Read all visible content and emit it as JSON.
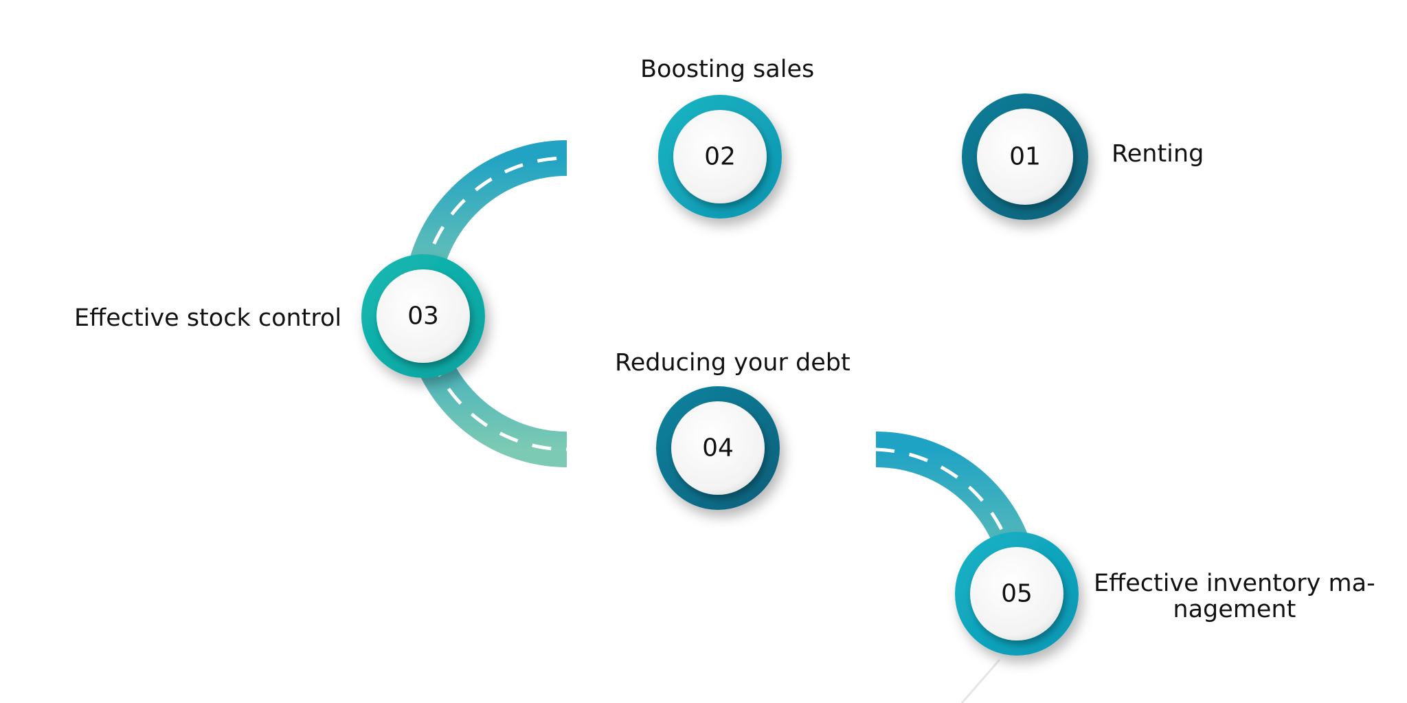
{
  "steps": [
    {
      "number": "01",
      "label": "Renting",
      "ring_colors": [
        "#0b7f9a",
        "#0a5f78"
      ]
    },
    {
      "number": "02",
      "label": "Boosting sales",
      "ring_colors": [
        "#17b5c3",
        "#0e94b0"
      ]
    },
    {
      "number": "03",
      "label": "Effective stock control",
      "ring_colors": [
        "#15b9b2",
        "#0aa29f"
      ]
    },
    {
      "number": "04",
      "label": "Reducing your debt",
      "ring_colors": [
        "#0c84a0",
        "#0a5e79"
      ]
    },
    {
      "number": "05",
      "label": "Effective inventory ma-\nnagement",
      "ring_colors": [
        "#16b3c6",
        "#0b96b3"
      ]
    }
  ],
  "colors": {
    "road_teal": "#1fa3c4",
    "road_mint": "#90d3ae",
    "dash": "#ffffff",
    "inner_circle": "#f5f5f5"
  }
}
